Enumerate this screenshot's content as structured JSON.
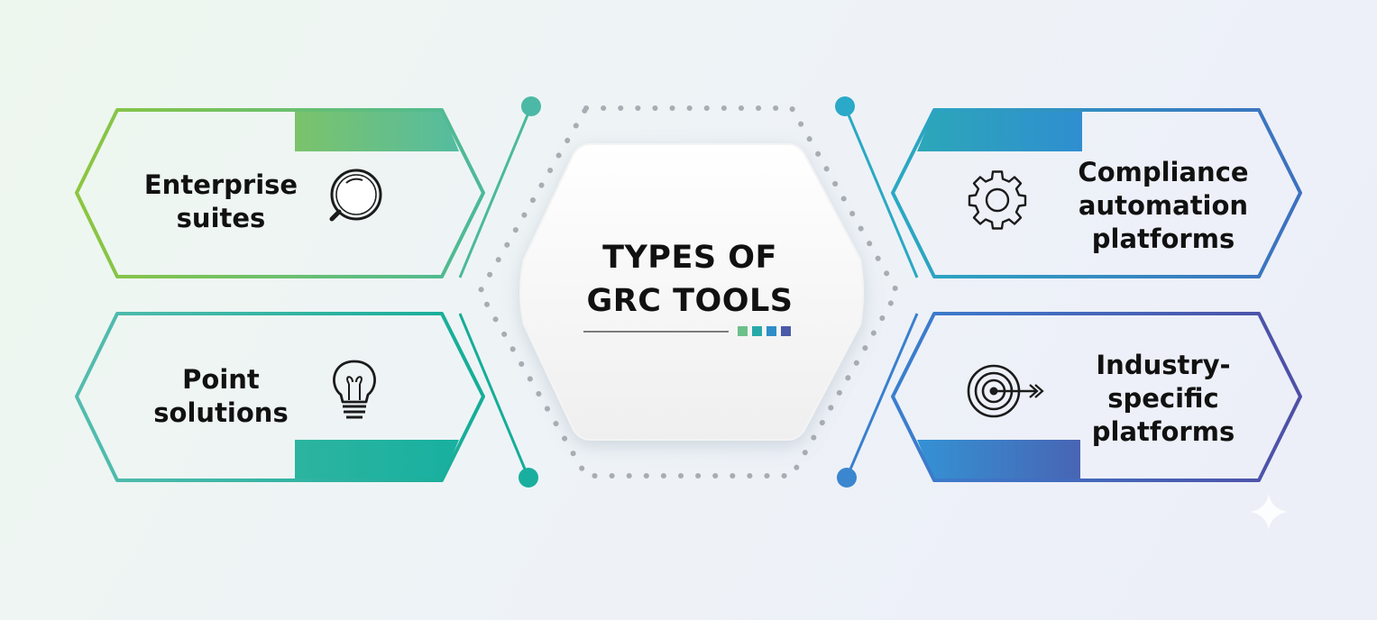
{
  "title": {
    "line1": "TYPES OF",
    "line2": "GRC TOOLS"
  },
  "cards": [
    {
      "lines": [
        "Enterprise",
        "suites"
      ],
      "icon": "magnifier-icon"
    },
    {
      "lines": [
        "Point",
        "solutions"
      ],
      "icon": "lightbulb-icon"
    },
    {
      "lines": [
        "Compliance",
        "automation",
        "platforms"
      ],
      "icon": "gear-icon"
    },
    {
      "lines": [
        "Industry-",
        "specific",
        "platforms"
      ],
      "icon": "target-arrow-icon"
    }
  ],
  "colors": {
    "green": "#8cc63f",
    "teal": "#1fb5a3",
    "blue": "#2d9ad6",
    "indigo": "#4a57b0",
    "accent_squares": [
      "#6cc08a",
      "#26a9a8",
      "#2f8ec9",
      "#4a5aa8"
    ]
  }
}
